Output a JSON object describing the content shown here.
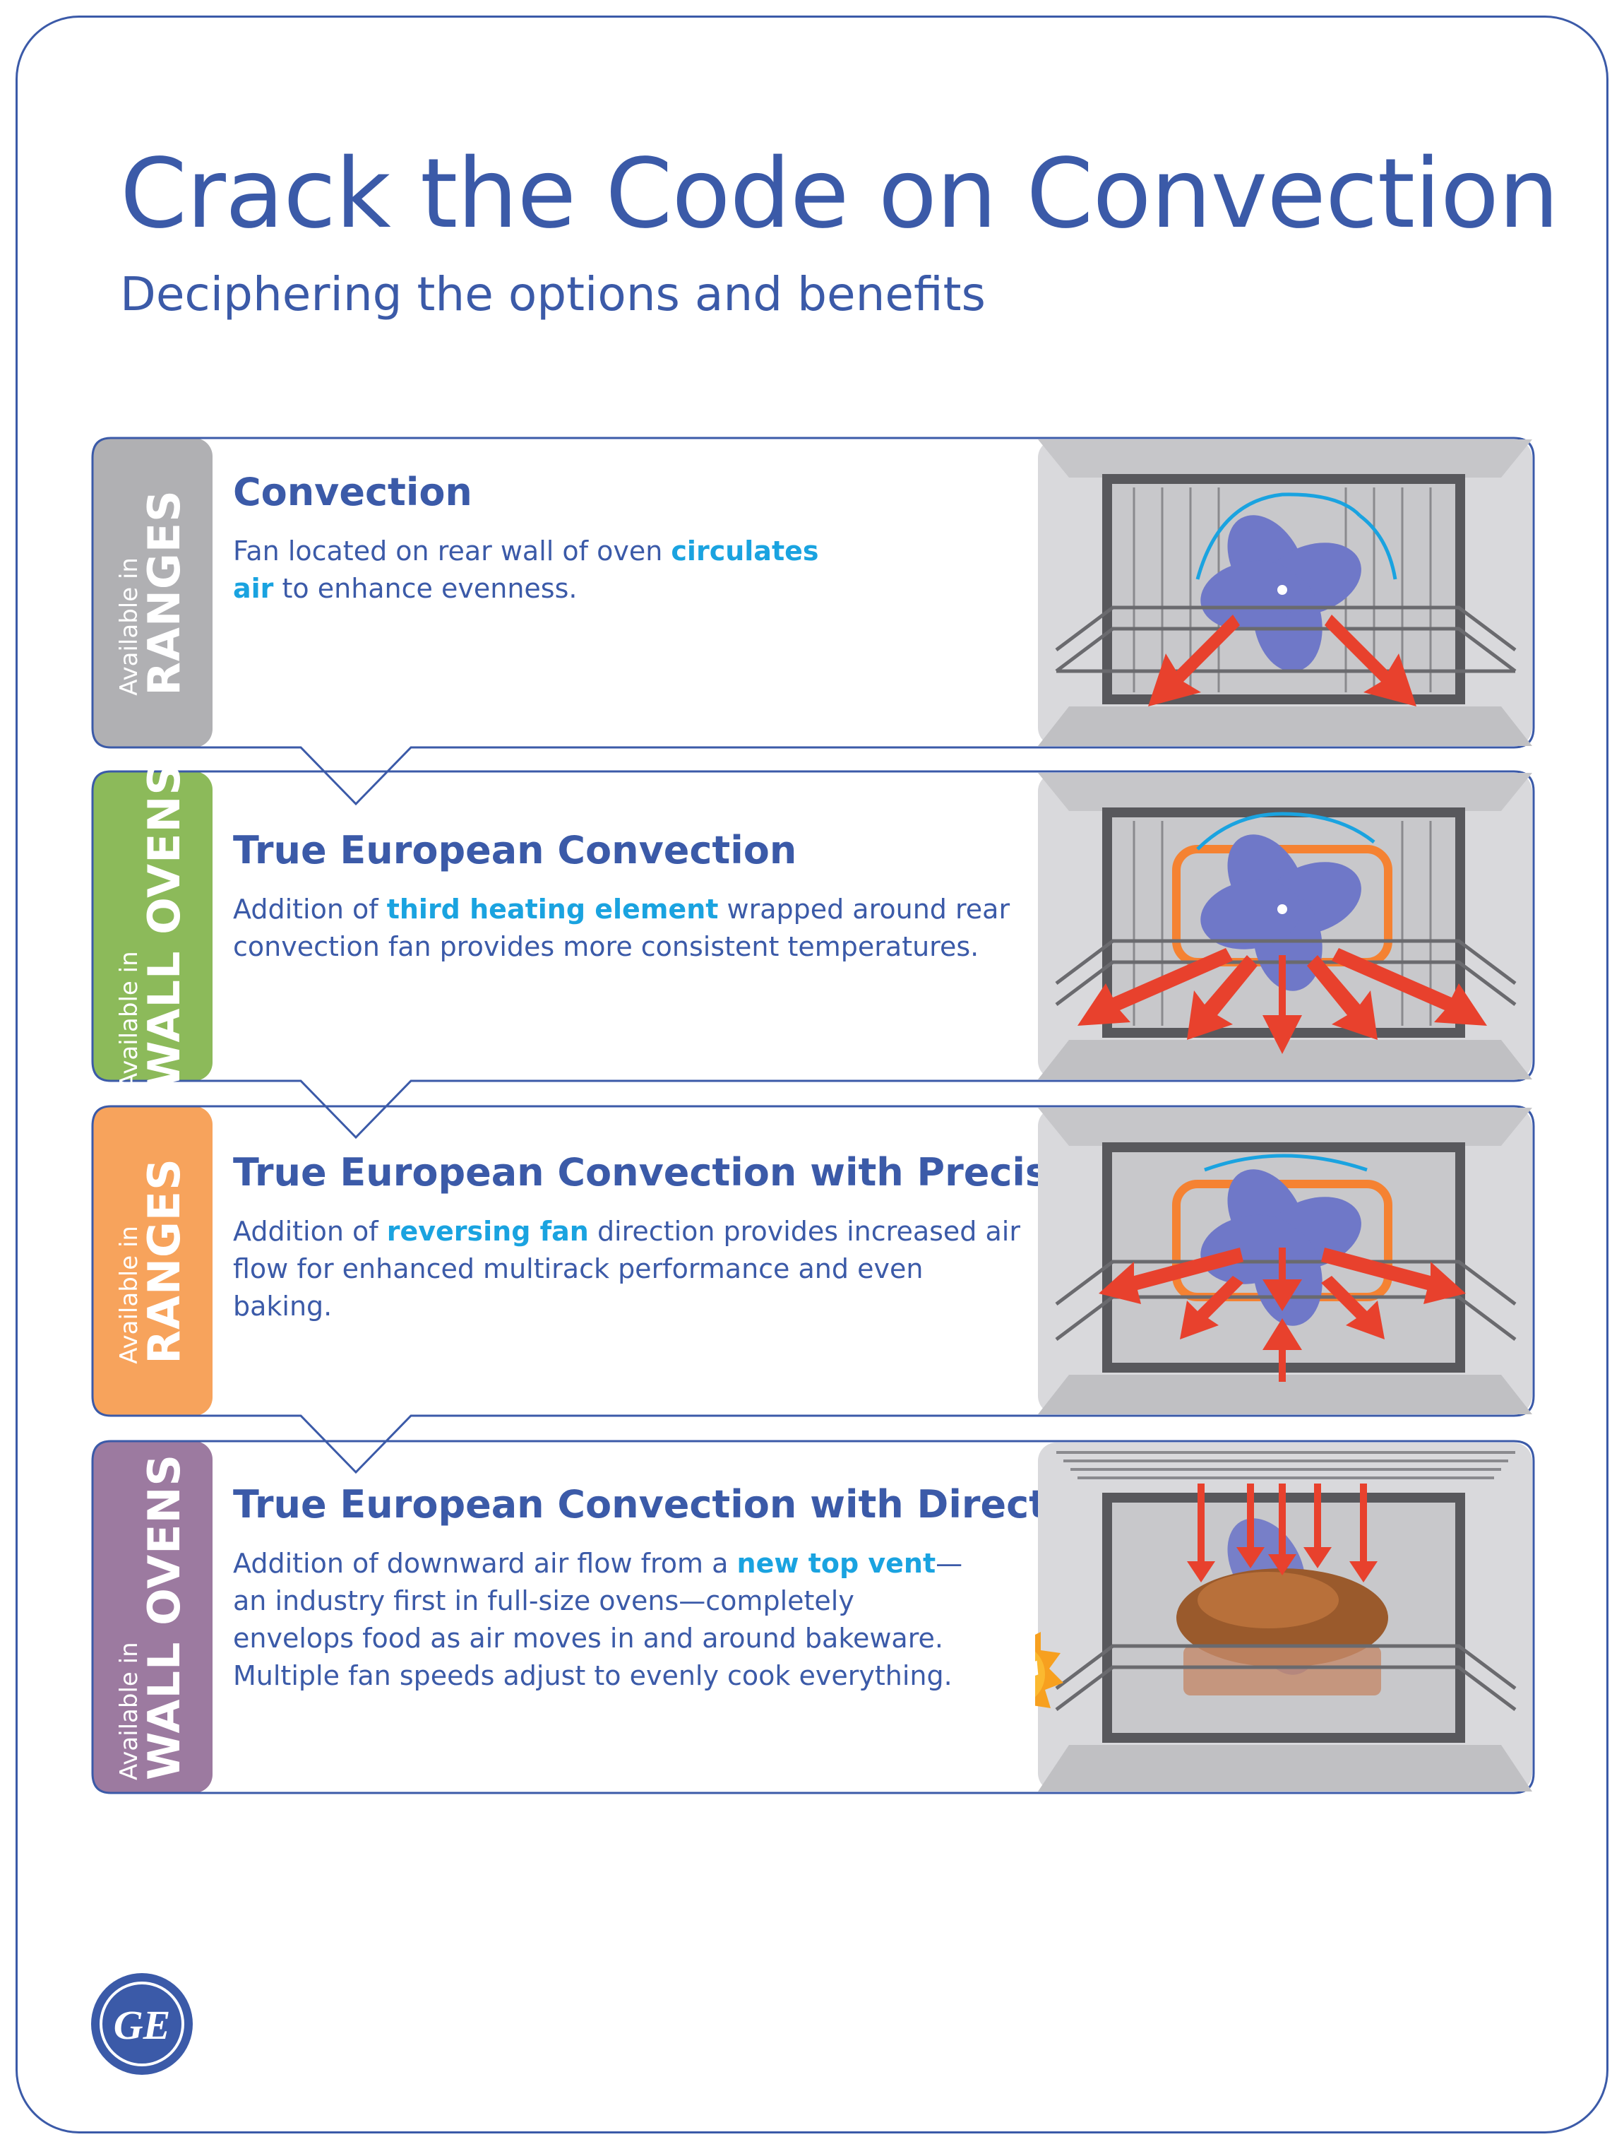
{
  "title": "Crack the Code on Convection",
  "subtitle": "Deciphering the options and benefits",
  "cards": [
    {
      "availability_small": "Available in",
      "availability_big": "RANGES",
      "band_color": "#b0b0b3",
      "title": "Convection",
      "desc_before": "Fan located on rear wall of oven ",
      "desc_highlight": "circulates air",
      "desc_after": " to enhance evenness."
    },
    {
      "availability_small": "Available in",
      "availability_big": "WALL OVENS",
      "band_color": "#8cba5a",
      "title": "True European Convection",
      "desc_before": "Addition of ",
      "desc_highlight": "third heating element",
      "desc_after": " wrapped around rear convection fan provides more consistent temperatures."
    },
    {
      "availability_small": "Available in",
      "availability_big": "RANGES",
      "band_color": "#f7a35c",
      "title": "True European Convection with Precise Air",
      "desc_before": "Addition of ",
      "desc_highlight": "reversing fan",
      "desc_after": " direction provides increased air flow for enhanced multirack performance and even baking."
    },
    {
      "availability_small": "Available in",
      "availability_big": "WALL OVENS",
      "band_color": "#9c7aa0",
      "title": "True European Convection with Direct Air",
      "desc_before": "Addition of downward air flow from a ",
      "desc_highlight": "new top vent",
      "desc_after": "—an industry first in full-size ovens—completely envelops food as air moves in and around bakeware. Multiple fan speeds adjust to evenly cook everything."
    }
  ],
  "badge": {
    "label": "New"
  },
  "logo": {
    "text": "GE"
  },
  "colors": {
    "brand_blue": "#3b5aa8",
    "highlight": "#1aa3e0",
    "fan": "#6f78c8",
    "heat_red": "#e8412d",
    "heat_orange": "#f58232"
  }
}
